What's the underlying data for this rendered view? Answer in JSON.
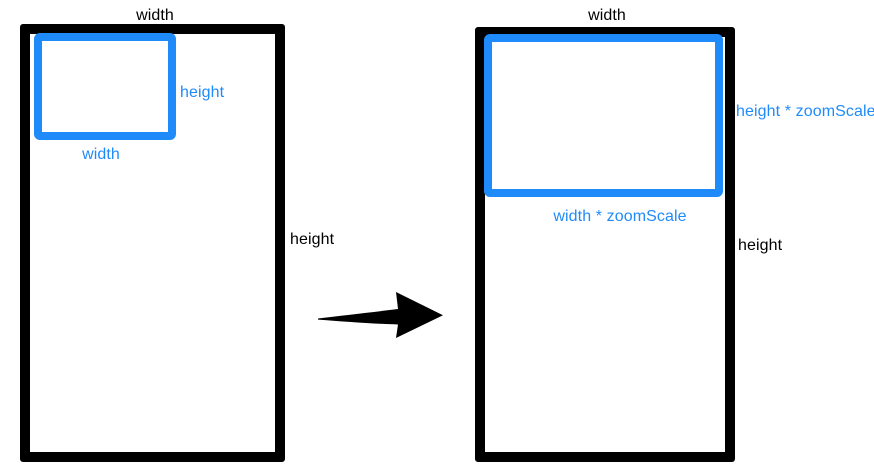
{
  "diagram": {
    "title": "zoomScale diagram",
    "colors": {
      "frame_stroke": "#000000",
      "viewport_stroke": "#1f8bfb",
      "background": "#ffffff",
      "arrow_fill": "#000000"
    },
    "left": {
      "frame_label_top": "width",
      "frame_label_right": "height",
      "viewport_label_right": "height",
      "viewport_label_bottom": "width"
    },
    "right": {
      "frame_label_top": "width",
      "frame_label_right": "height",
      "viewport_label_right": "height * zoomScale",
      "viewport_label_bottom": "width * zoomScale"
    },
    "arrow": {
      "icon": "right-arrow-icon",
      "direction": "right"
    }
  }
}
